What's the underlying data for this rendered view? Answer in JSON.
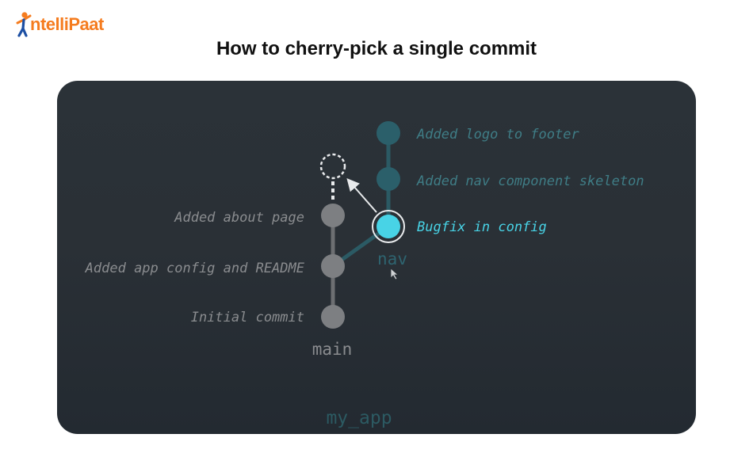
{
  "brand": {
    "logo_text": "ntelliPaat",
    "logo_letter": "I"
  },
  "title": "How to cherry-pick a single commit",
  "diagram": {
    "repo_label": "my_app",
    "branches": {
      "main": "main",
      "nav": "nav"
    },
    "main_commits": [
      {
        "message": "Added about page"
      },
      {
        "message": "Added app config and README"
      },
      {
        "message": "Initial commit"
      }
    ],
    "nav_commits": [
      {
        "message": "Added logo to footer"
      },
      {
        "message": "Added nav component skeleton"
      },
      {
        "message": "Bugfix in config"
      }
    ]
  },
  "colors": {
    "accent_brand": "#f57c1f",
    "brand_blue": "#1d4fa3",
    "panel_bg": "#2a3036",
    "main_node": "#7d7f82",
    "main_text": "#8a8c8f",
    "nav_node": "#2b5f6a",
    "nav_text": "#3f7d86",
    "highlight": "#48d3e6"
  }
}
